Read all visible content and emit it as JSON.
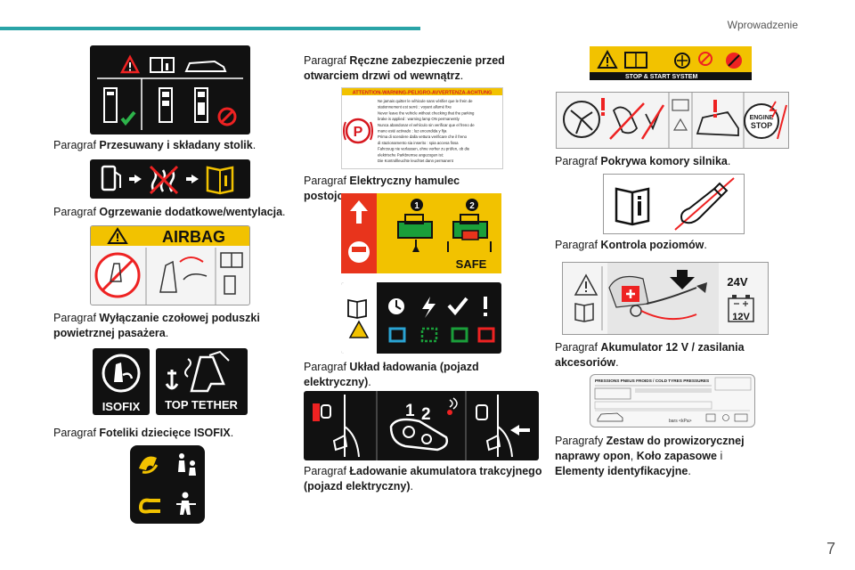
{
  "header": {
    "section": "Wprowadzenie",
    "page_number": "7"
  },
  "captions": {
    "c1": {
      "prefix": "Paragraf ",
      "bold": "Przesuwany i składany stolik",
      "suffix": "."
    },
    "c2": {
      "prefix": "Paragraf ",
      "bold": "Ogrzewanie dodatkowe/wentylacja",
      "suffix": "."
    },
    "c3": {
      "prefix": "Paragraf ",
      "bold": "Wyłączanie czołowej poduszki powietrznej pasażera",
      "suffix": "."
    },
    "c4": {
      "prefix": "Paragraf ",
      "bold": "Foteliki dziecięce ISOFIX",
      "suffix": "."
    },
    "c5": {
      "prefix": "Paragraf ",
      "bold": "Ręczne zabezpieczenie przed otwarciem drzwi od wewnątrz",
      "suffix": "."
    },
    "c6": {
      "prefix": "Paragraf ",
      "bold": "Elektryczny hamulec postojowy",
      "suffix": "."
    },
    "c7": {
      "prefix": "Paragraf ",
      "bold": "Układ ładowania (pojazd elektryczny)",
      "suffix": "."
    },
    "c8": {
      "prefix": "Paragraf ",
      "bold": "Ładowanie akumulatora trakcyjnego (pojazd elektryczny)",
      "suffix": "."
    },
    "c9": {
      "prefix": "Paragraf ",
      "bold": "Pokrywa komory silnika",
      "suffix": "."
    },
    "c10": {
      "prefix": "Paragraf ",
      "bold": "Kontrola poziomów",
      "suffix": "."
    },
    "c11": {
      "prefix": "Paragraf ",
      "bold": "Akumulator 12 V / zasilania akcesoriów",
      "suffix": "."
    },
    "c12": {
      "prefix": "Paragrafy ",
      "bold1": "Zestaw do prowizorycznej naprawy opon",
      "mid1": ", ",
      "bold2": "Koło zapasowe",
      "mid2": " i ",
      "bold3": "Elementy identyfikacyjne",
      "suffix": "."
    }
  },
  "labels": {
    "airbag": "AIRBAG",
    "isofix": "ISOFIX",
    "top_tether": "TOP TETHER",
    "safe": "SAFE",
    "stop_start": "STOP & START SYSTEM",
    "engine_stop_1": "ENGINE",
    "engine_stop_2": "STOP",
    "volt_24": "24V",
    "volt_12": "12V",
    "warning_banner": "ATTENTION-WARNING-PELIGRO-AVVERTENZA-ACHTUNG",
    "num_1": "1",
    "num_2": "2",
    "p_letter": "P",
    "tyre_title": "PRESSIONS PNEUS FROIDS / COLD TYRES PRESSURES",
    "tyre_units": "bars <kPa>",
    "warning_lines": [
      "Ne jamais quitter le véhicule sans vérifier que le frein de",
      "stationnement est serré : voyant allumé fixe",
      "Never leave the vehicle without checking that the parking",
      "brake is applied : warning lamp ON permanently",
      "Nunca abandonar el vehículo sin verificar que el freno de",
      "mano esté activado : luz encendida y fija",
      "Prima di scendere dalla vettura verificare che il freno",
      "di stazionamento sia inserito : spia accesa fissa",
      "Fahrzeug nie verlassen, ohne vorher zu prüfen, ob die",
      "elektrische Parkbremse angezogen ist:",
      "Die Kontrollleuchte leuchtet dann permanent"
    ]
  }
}
